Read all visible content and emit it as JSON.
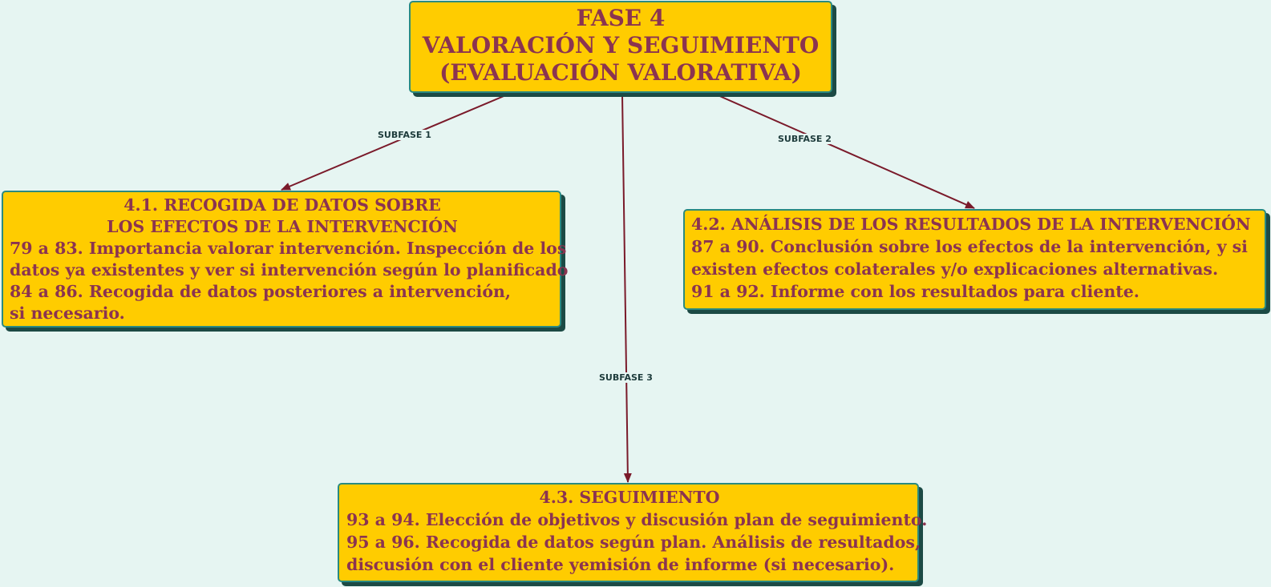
{
  "colors": {
    "background": "#e6f5f2",
    "node_fill": "#ffcc00",
    "node_border": "#2a8a80",
    "node_shadow": "#1c4a45",
    "node_text": "#8b3450",
    "edge": "#7a1a2a",
    "edge_label": "#1d3b3b"
  },
  "nodes": {
    "main": {
      "lines": [
        "FASE 4",
        "VALORACIÓN Y SEGUIMIENTO",
        "(EVALUACIÓN VALORATIVA)"
      ]
    },
    "n41": {
      "title_lines": [
        "4.1. RECOGIDA DE DATOS SOBRE",
        "LOS EFECTOS DE LA INTERVENCIÓN"
      ],
      "body_lines": [
        "79 a 83. Importancia valorar intervención. Inspección de los",
        "datos ya existentes y ver si intervención según lo planificado",
        "84 a 86. Recogida de datos posteriores a intervención,",
        "si necesario."
      ]
    },
    "n42": {
      "title_lines": [
        "4.2. ANÁLISIS DE LOS RESULTADOS DE LA INTERVENCIÓN"
      ],
      "body_lines": [
        "87 a 90. Conclusión sobre los efectos de la intervención, y si",
        "existen efectos colaterales y/o explicaciones alternativas.",
        "91 a 92. Informe con los resultados para cliente."
      ]
    },
    "n43": {
      "title_lines": [
        "4.3. SEGUIMIENTO"
      ],
      "body_lines": [
        "93 a 94. Elección de objetivos y discusión plan de seguimiento.",
        "95 a 96. Recogida de datos según plan. Análisis de resultados,",
        "discusión con el cliente yemisión de informe (si necesario)."
      ]
    }
  },
  "edges": [
    {
      "from": "main",
      "to": "n41",
      "label": "SUBFASE 1"
    },
    {
      "from": "main",
      "to": "n42",
      "label": "SUBFASE 2"
    },
    {
      "from": "main",
      "to": "n43",
      "label": "SUBFASE 3"
    }
  ]
}
